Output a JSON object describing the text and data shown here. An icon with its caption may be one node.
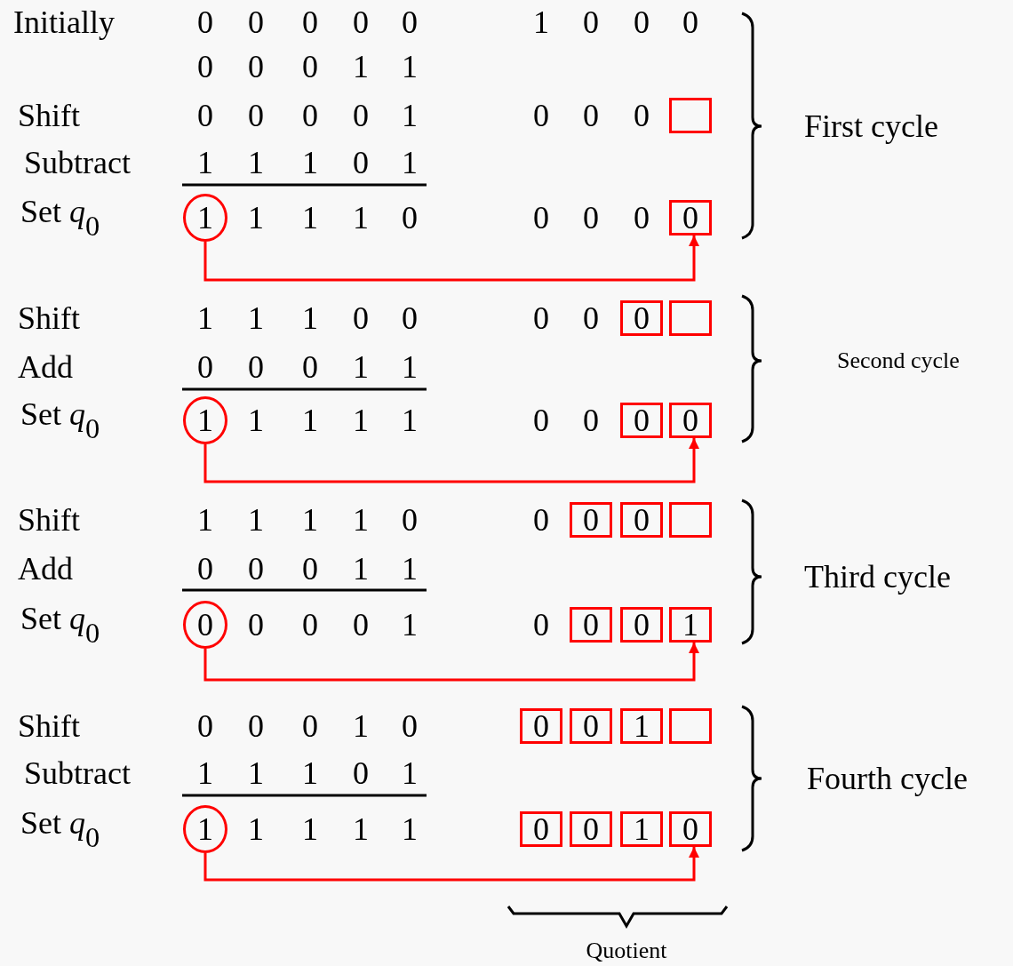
{
  "diagram": {
    "nodes": [
      {
        "text": [],
        "shape": "box"
      },
      {
        "text": [
          "1"
        ]
      },
      {
        "text": [
          "0"
        ]
      },
      {
        "text": [
          "0"
        ]
      },
      {
        "text": [],
        "shape": "box"
      },
      {
        "text": [
          "1"
        ]
      },
      {
        "text": [
          "0"
        ]
      },
      {
        "text": [
          "0"
        ]
      },
      {
        "text": [
          "0"
        ]
      },
      {
        "text": [
          "0"
        ]
      },
      {
        "text": [],
        "shape": "box"
      },
      {
        "text": [
          "0"
        ]
      },
      {
        "text": [
          "0"
        ]
      },
      {
        "text": [
          "0"
        ]
      },
      {
        "text": [
          "1"
        ]
      },
      {
        "text": [
          "0"
        ]
      },
      {
        "text": [
          "0"
        ]
      },
      {
        "text": [
          "1"
        ]
      },
      {
        "text": [],
        "shape": "box"
      },
      {
        "text": [
          "1"
        ]
      },
      {
        "text": [
          "0"
        ]
      },
      {
        "text": [
          "0"
        ]
      },
      {
        "text": [
          "1"
        ]
      },
      {
        "text": [
          "0"
        ]
      }
    ],
    "edges": [
      {
        "from": 1,
        "to": 2,
        "arrow": "to"
      },
      {
        "from": 5,
        "to": 7,
        "arrow": "to"
      },
      {
        "from": 11,
        "to": 14,
        "arrow": "to"
      },
      {
        "from": 19,
        "to": 23,
        "arrow": "to"
      }
    ],
    "labels": [
      "Initially",
      "0",
      "0",
      "0",
      "0",
      "0",
      "1",
      "0",
      "0",
      "0",
      "0",
      "0",
      "0",
      "1",
      "1",
      "Shift",
      "0",
      "0",
      "0",
      "0",
      "1",
      "0",
      "0",
      "0",
      "First cycle",
      "Subtract",
      "1",
      "1",
      "1",
      "0",
      "1",
      "Set *q*$_{0}$",
      "1",
      "1",
      "1",
      "0",
      "0",
      "0",
      "0",
      "Shift",
      "1",
      "1",
      "1",
      "0",
      "0",
      "0",
      "0",
      "Add",
      "0",
      "0",
      "0",
      "1",
      "1",
      "Second cycle",
      "Set *q*$_{0}$",
      "1",
      "1",
      "1",
      "1",
      "0",
      "0",
      "Shift",
      "1",
      "1",
      "1",
      "1",
      "0",
      "0",
      "Add",
      "0",
      "0",
      "0",
      "1",
      "1",
      "Third cycle",
      "Set *q*$_{0}$",
      "0",
      "0",
      "0",
      "1",
      "0",
      "Shift",
      "0",
      "0",
      "0",
      "1",
      "0",
      "Subtract",
      "1",
      "1",
      "1",
      "0",
      "1",
      "Fourth cycle",
      "Set *q*$_{0}$",
      "1",
      "1",
      "1",
      "1",
      "Quotient"
    ]
  }
}
